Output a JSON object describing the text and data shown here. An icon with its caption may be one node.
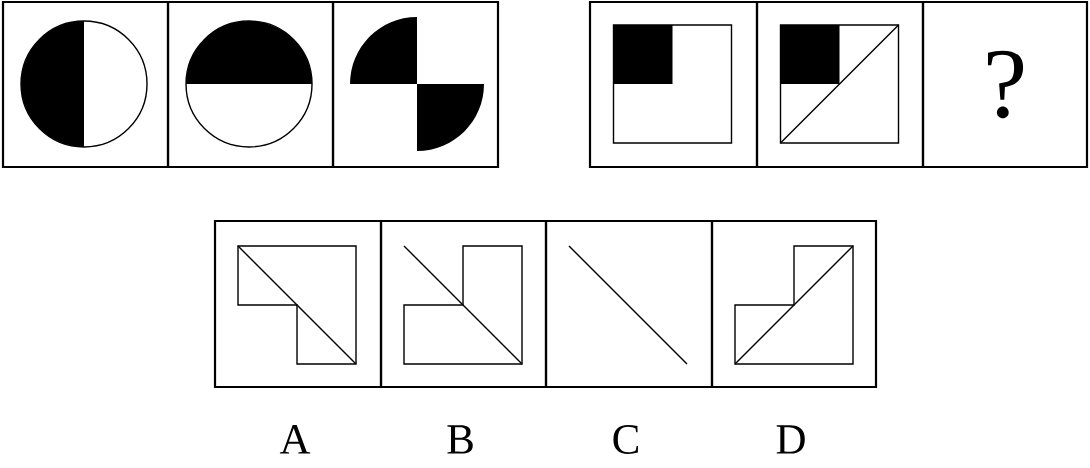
{
  "diagram": {
    "nodes": [
      {
        "text": [],
        "shape": "box"
      },
      {
        "text": [],
        "shape": "box"
      },
      {
        "text": [],
        "shape": "box"
      },
      {
        "text": [],
        "shape": "box"
      },
      {
        "text": [],
        "shape": "box"
      },
      {
        "text": [
          "?"
        ]
      },
      {
        "text": [],
        "shape": "box",
        "beside": [
          "A"
        ]
      },
      {
        "text": [],
        "shape": "box",
        "beside": [
          "B"
        ]
      },
      {
        "text": [],
        "shape": "box",
        "beside": [
          "C"
        ]
      },
      {
        "text": [],
        "shape": "box",
        "beside": [
          "D"
        ]
      }
    ]
  }
}
